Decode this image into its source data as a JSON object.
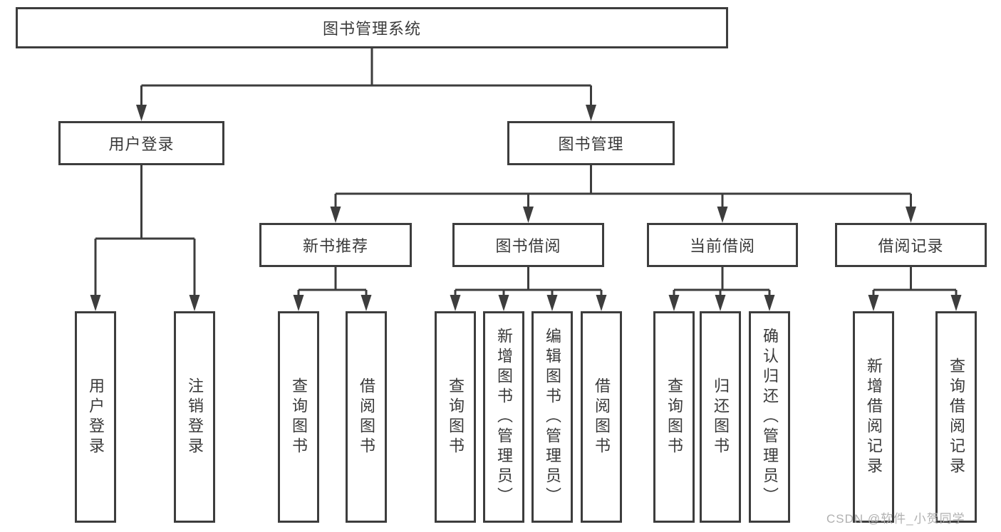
{
  "title": "图书管理系统",
  "watermark": "CSDN @软件_小贺同学",
  "colors": {
    "line": "#3d3d3d",
    "box_border": "#3d3d3d",
    "text": "#3a3a3a",
    "watermark": "#b0b0b0",
    "background": "#ffffff"
  },
  "nodes": {
    "root": "图书管理系统",
    "level2": [
      "用户登录",
      "图书管理"
    ],
    "level3": [
      "新书推荐",
      "图书借阅",
      "当前借阅",
      "借阅记录"
    ],
    "leaves": {
      "user_login": [
        "用户登录",
        "注销登录"
      ],
      "new_book": [
        "查询图书",
        "借阅图书"
      ],
      "book_borrow": [
        "查询图书",
        "新增图书（管理员）",
        "编辑图书（管理员）",
        "借阅图书"
      ],
      "current_borrow": [
        "查询图书",
        "归还图书",
        "确认归还（管理员）"
      ],
      "records": [
        "新增借阅记录",
        "查询借阅记录"
      ]
    }
  }
}
